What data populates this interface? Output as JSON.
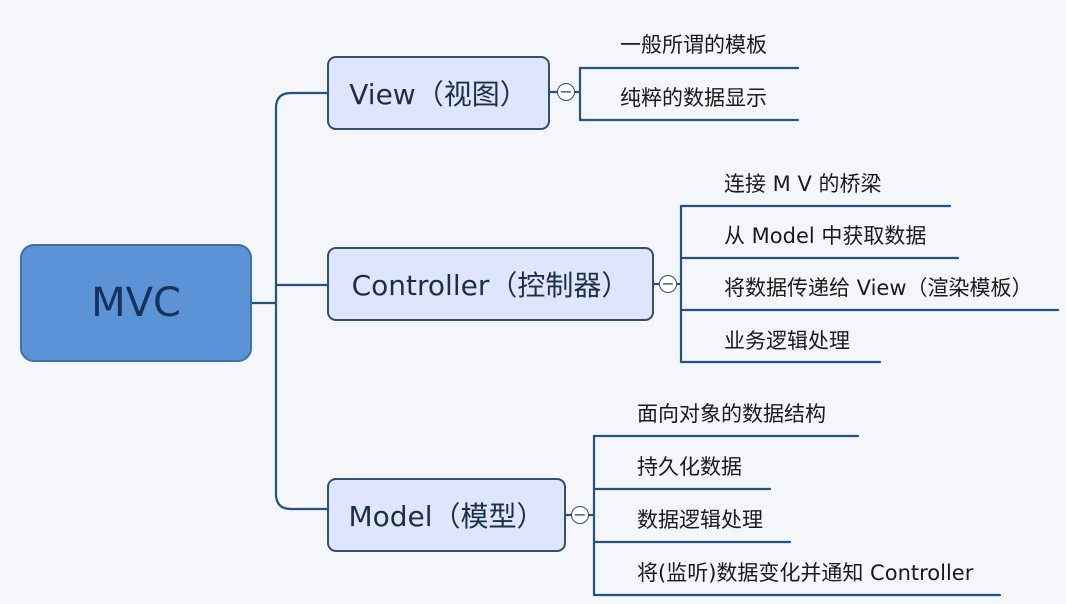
{
  "root": {
    "label": "MVC"
  },
  "branches": [
    {
      "label": "View（视图）",
      "toggle": "−",
      "leaves": [
        "一般所谓的模板",
        "纯粹的数据显示"
      ]
    },
    {
      "label": "Controller（控制器）",
      "toggle": "−",
      "leaves": [
        "连接 M V 的桥梁",
        "从 Model 中获取数据",
        "将数据传递给 View（渲染模板）",
        "业务逻辑处理"
      ]
    },
    {
      "label": "Model（模型）",
      "toggle": "−",
      "leaves": [
        "面向对象的数据结构",
        "持久化数据",
        "数据逻辑处理",
        "将(监听)数据变化并通知 Controller"
      ]
    }
  ],
  "colors": {
    "root_fill": "#5b93d6",
    "branch_fill": "#dfe6fb",
    "connector": "#25527f",
    "background": "#f4f6fa"
  }
}
